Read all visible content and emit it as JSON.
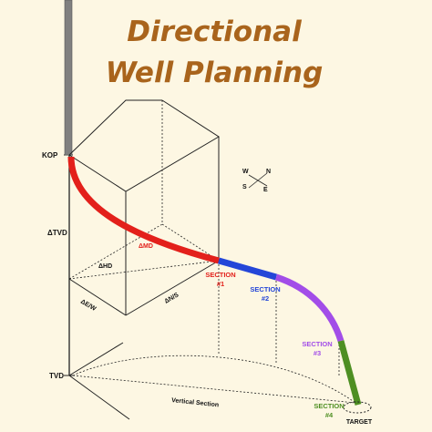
{
  "title": {
    "line1": "Directional",
    "line2": "Well Planning"
  },
  "colors": {
    "background": "#fdf7e3",
    "title": "#a9641c",
    "vertical_hole": "#808080",
    "section1": "#e3201b",
    "section2": "#2446d8",
    "section3": "#a24de8",
    "section4": "#4e8f22"
  },
  "labels": {
    "kop": "KOP",
    "delta_tvd": "ΔTVD",
    "delta_md": "ΔMD",
    "delta_hd": "ΔHD",
    "delta_ew": "ΔE/W",
    "delta_ns": "ΔN/S",
    "tvd": "TVD",
    "vertical_section": "Vertical Section",
    "target": "TARGET"
  },
  "compass": {
    "w": "W",
    "n": "N",
    "s": "S",
    "e": "E"
  },
  "sections": [
    {
      "line1": "SECTION",
      "line2": "#1"
    },
    {
      "line1": "SECTION",
      "line2": "#2"
    },
    {
      "line1": "SECTION",
      "line2": "#3"
    },
    {
      "line1": "SECTION",
      "line2": "#4"
    }
  ]
}
